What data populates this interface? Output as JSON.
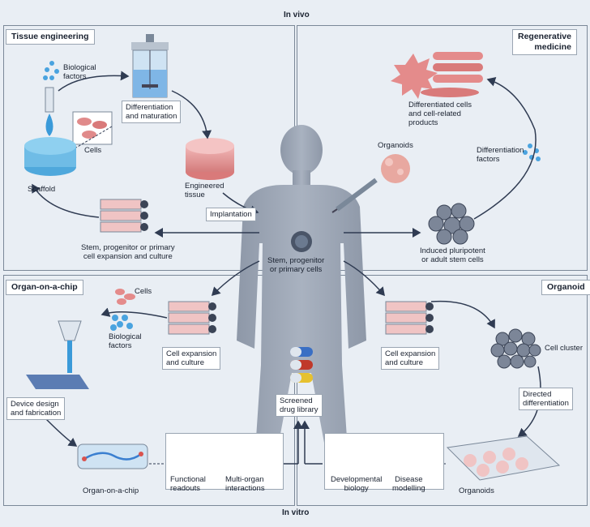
{
  "headers": {
    "in_vivo": "In vivo",
    "in_vitro": "In vitro"
  },
  "panels": {
    "tissue_engineering": "Tissue engineering",
    "regenerative_medicine": "Regenerative\nmedicine",
    "organ_on_a_chip": "Organ-on-a-chip",
    "organoid": "Organoid"
  },
  "tissue": {
    "biological_factors": "Biological\nfactors",
    "differentiation": "Differentiation\nand maturation",
    "cells": "Cells",
    "scaffold": "Scaffold",
    "engineered_tissue": "Engineered\ntissue",
    "implantation": "Implantation",
    "stem_expansion": "Stem, progenitor or primary\ncell expansion and culture"
  },
  "regen": {
    "differentiated_cells": "Differentiated cells\nand cell-related\nproducts",
    "organoids": "Organoids",
    "differentiation_factors": "Differentiation\nfactors",
    "ipsc": "Induced pluripotent\nor adult stem cells"
  },
  "center": {
    "stem_cells": "Stem, progenitor\nor primary cells",
    "screened_library": "Screened\ndrug library"
  },
  "chip": {
    "cells": "Cells",
    "biological_factors": "Biological\nfactors",
    "cell_expansion": "Cell expansion\nand culture",
    "device_design": "Device design\nand fabrication",
    "organ_on_chip": "Organ-on-a-chip",
    "functional_readouts": "Functional\nreadouts",
    "multi_organ": "Multi-organ\ninteractions"
  },
  "organoid": {
    "cell_expansion": "Cell expansion\nand culture",
    "cell_cluster": "Cell cluster",
    "directed_diff": "Directed\ndifferentiation",
    "developmental": "Developmental\nbiology",
    "disease": "Disease\nmodelling",
    "organoids": "Organoids"
  }
}
